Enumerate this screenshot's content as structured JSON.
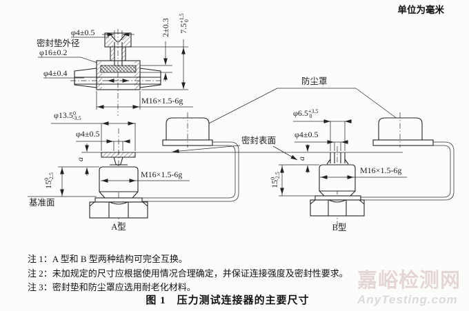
{
  "page": {
    "units": "单位为毫米",
    "caption": "图 1　压力测试连接器的主要尺寸"
  },
  "watermark": {
    "line1": "嘉峪检测网",
    "line2": "AnyTesting.com"
  },
  "labels": {
    "dust_cover": "防尘罩",
    "seal_surface": "密封表面",
    "datum": "基准面",
    "type_a": "A型",
    "type_b": "B型"
  },
  "section": {
    "dim_hole_top": "φ4±0.5",
    "gasket_od_title": "密封垫外径",
    "gasket_od_value": "φ16±0.2",
    "dim_hole_side": "φ4±0.4",
    "dim_step": "2±0.3",
    "dim_depth": {
      "base": "7.5",
      "sup": "+1.5",
      "sub": "0"
    },
    "dim_thread": "M16×1.5-6g"
  },
  "type_a": {
    "dim_od": {
      "base": "φ13.5",
      "sup": "0",
      "sub": "-3.5"
    },
    "dim_hole": "φ4±0.5",
    "dim_a": "a",
    "dim_thread": "M16×1.5-6g",
    "dim_height": {
      "base": "15",
      "sup": "0",
      "sub": "-2.5"
    }
  },
  "type_b": {
    "dim_od": {
      "base": "φ6.5",
      "sup": "+3.5",
      "sub": "0"
    },
    "dim_hole": "φ4±0.5",
    "dim_a": "a",
    "dim_thread": "M16×1.5-6g",
    "dim_height": {
      "base": "15",
      "sup": "0",
      "sub": "-2.5"
    }
  },
  "notes": [
    "注 1：A 型和 B 型两种结构可完全互换。",
    "注 2：未加规定的尺寸应根据使用情况合理确定，并保证连接强度及密封性要求。",
    "注 3：密封垫和防尘罩应选用耐老化材料。"
  ]
}
